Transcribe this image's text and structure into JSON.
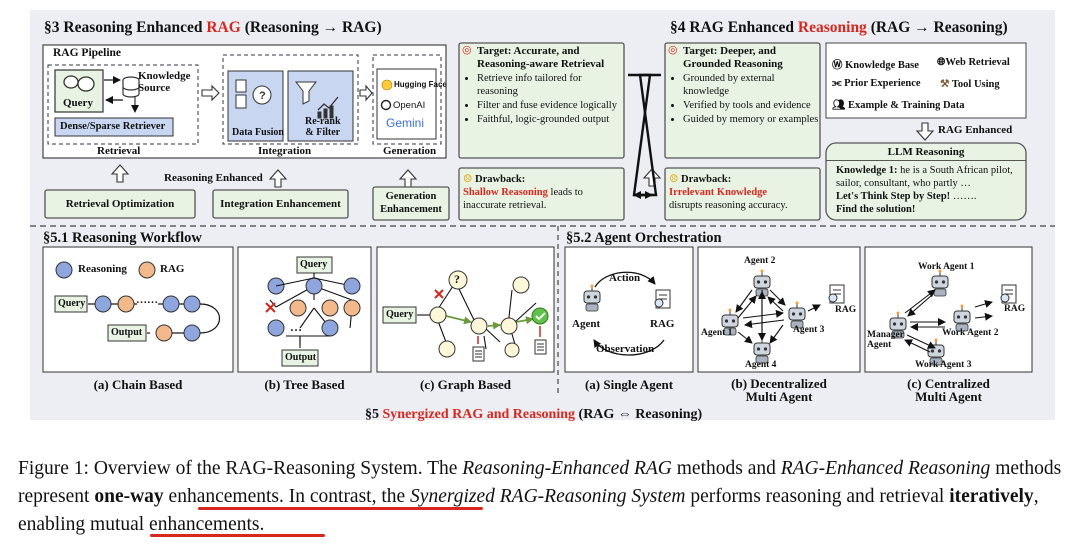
{
  "sec3": {
    "prefix": "§3 Reasoning Enhanced ",
    "hl": "RAG",
    "suffix": " (Reasoning → RAG)"
  },
  "sec4": {
    "prefix": "§4 RAG Enhanced ",
    "hl": "Reasoning",
    "suffix": " (RAG → Reasoning)"
  },
  "pipeline": {
    "title": "RAG Pipeline",
    "query": "Query",
    "knowledge_source": "Knowledge\nSource",
    "retriever": "Dense/Sparse Retriever",
    "data_fusion": "Data Fusion",
    "rerank": "Re-rank\n& Filter",
    "hugging": "Hugging Face",
    "openai": "OpenAI",
    "gemini": "Gemini",
    "retrieval_label": "Retrieval",
    "integration_label": "Integration",
    "generation_label": "Generation"
  },
  "reasoning_enhanced_label": "Reasoning Enhanced",
  "enhancements": [
    "Retrieval Optimization",
    "Integration Enhancement",
    "Generation\nEnhancement"
  ],
  "target_left": {
    "title": "Target: Accurate, and\nReasoning-aware Retrieval",
    "bullets": [
      "Retrieve info tailored for reasoning",
      "Filter and fuse evidence logically",
      "Faithful, logic-grounded output"
    ]
  },
  "drawback_left": {
    "title": "Drawback:",
    "hl": "Shallow Reasoning",
    "text": " leads to inaccurate retrieval."
  },
  "target_right": {
    "title": "Target: Deeper, and\nGrounded Reasoning",
    "bullets": [
      "Grounded by external knowledge",
      "Verified by tools and evidence",
      "Guided by memory or examples"
    ]
  },
  "drawback_right": {
    "title": "Drawback:",
    "hl": "Irrelevant Knowledge",
    "text": "disrupts reasoning accuracy."
  },
  "sources": {
    "kb": "Knowledge Base",
    "web": "Web Retrieval",
    "prior": "Prior Experience",
    "tool": "Tool Using",
    "example": "Example & Training Data"
  },
  "rag_enhanced_label": "RAG Enhanced",
  "llm": {
    "title": "LLM Reasoning",
    "k1_label": "Knowledge 1:",
    "k1_text": " he is a South African pilot, sailor, consultant, who partly …",
    "think": "Let's Think Step by Step!",
    "think_tail": " …….",
    "find": "Find the solution!"
  },
  "workflow": {
    "title": "§5.1 Reasoning Workflow",
    "legend_reasoning": "Reasoning",
    "legend_rag": "RAG",
    "query": "Query",
    "output": "Output",
    "dots": "……",
    "ellipsis": "…",
    "q_mark": "?",
    "captions": [
      "(a) Chain Based",
      "(b) Tree Based",
      "(c) Graph Based"
    ]
  },
  "agent": {
    "title": "§5.2 Agent Orchestration",
    "action": "Action",
    "observation": "Observation",
    "agent": "Agent",
    "rag": "RAG",
    "a1": "Agent 1",
    "a2": "Agent 2",
    "a3": "Agent 3",
    "a4": "Agent 4",
    "w1": "Work Agent 1",
    "w2": "Work Agent 2",
    "w3": "Work Agent 3",
    "manager": "Manager\nAgent",
    "captions": [
      "(a) Single Agent",
      "(b) Decentralized\nMulti Agent",
      "(c) Centralized\nMulti Agent"
    ]
  },
  "sec5": {
    "prefix": "§5 ",
    "hl": "Synergized RAG and Reasoning",
    "suffix": " (RAG ⇔  Reasoning)"
  },
  "caption": {
    "p1": "Figure 1: Overview of the RAG-Reasoning System. The ",
    "i1": "Reasoning-Enhanced RAG",
    "p2": " methods and ",
    "i2": "RAG-Enhanced Reasoning",
    "p3": " methods represent ",
    "b1": "one-way",
    "p4": " enhancements. In contrast, the ",
    "i3": "Synergized RAG-Reasoning System",
    "p5": " performs reasoning and retrieval ",
    "b2": "iteratively",
    "p6": ", enabling mutual enhancements."
  },
  "colors": {
    "reasoning": "#8ea6dd",
    "rag": "#f2b98c",
    "green": "#e8f3e3",
    "panel": "#eceef3",
    "red": "#d6281f"
  }
}
